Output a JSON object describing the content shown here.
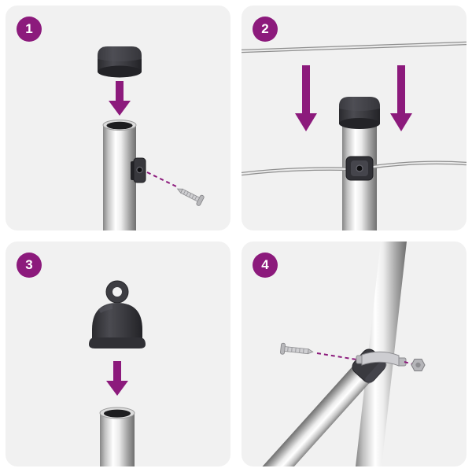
{
  "colors": {
    "accent": "#8c1a7c",
    "panel_background": "#f1f1f1",
    "page_background": "#ffffff",
    "cap_color": "#3a3a3e",
    "metal_edge": "#7d7d7d"
  },
  "steps": [
    {
      "number": "1",
      "icons": [
        "post-cap",
        "arrow-down-icon",
        "pole-top-open",
        "wire-clamp",
        "screw",
        "dashed-guide-line"
      ]
    },
    {
      "number": "2",
      "icons": [
        "top-wire",
        "arrow-down-icon",
        "arrow-down-icon",
        "post-cap",
        "pole",
        "wire-clamp",
        "line-wire"
      ]
    },
    {
      "number": "3",
      "icons": [
        "eyelet-cap",
        "arrow-down-icon",
        "pole-top-open"
      ]
    },
    {
      "number": "4",
      "icons": [
        "vertical-pole",
        "brace-pole",
        "pole-clamp",
        "screw",
        "hex-bolt",
        "dashed-guide-line"
      ]
    }
  ]
}
